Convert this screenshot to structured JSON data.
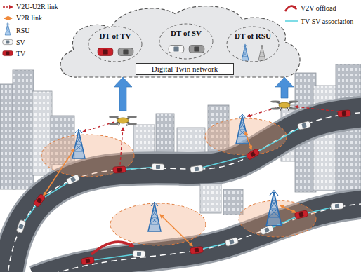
{
  "diagram": {
    "nodes": [
      {
        "text": [
          "DT of TV"
        ]
      },
      {
        "text": [
          "DT of SV"
        ]
      },
      {
        "text": [
          "DT of RSU"
        ]
      },
      {
        "text": [
          "Digital Twin network"
        ]
      }
    ],
    "legend": [
      {
        "text": "V2U-U2R link"
      },
      {
        "text": "V2R link"
      },
      {
        "text": "RSU"
      },
      {
        "text": "SV"
      },
      {
        "text": "TV"
      },
      {
        "text": "V2V offload"
      },
      {
        "text": "TV-SV association"
      }
    ]
  }
}
